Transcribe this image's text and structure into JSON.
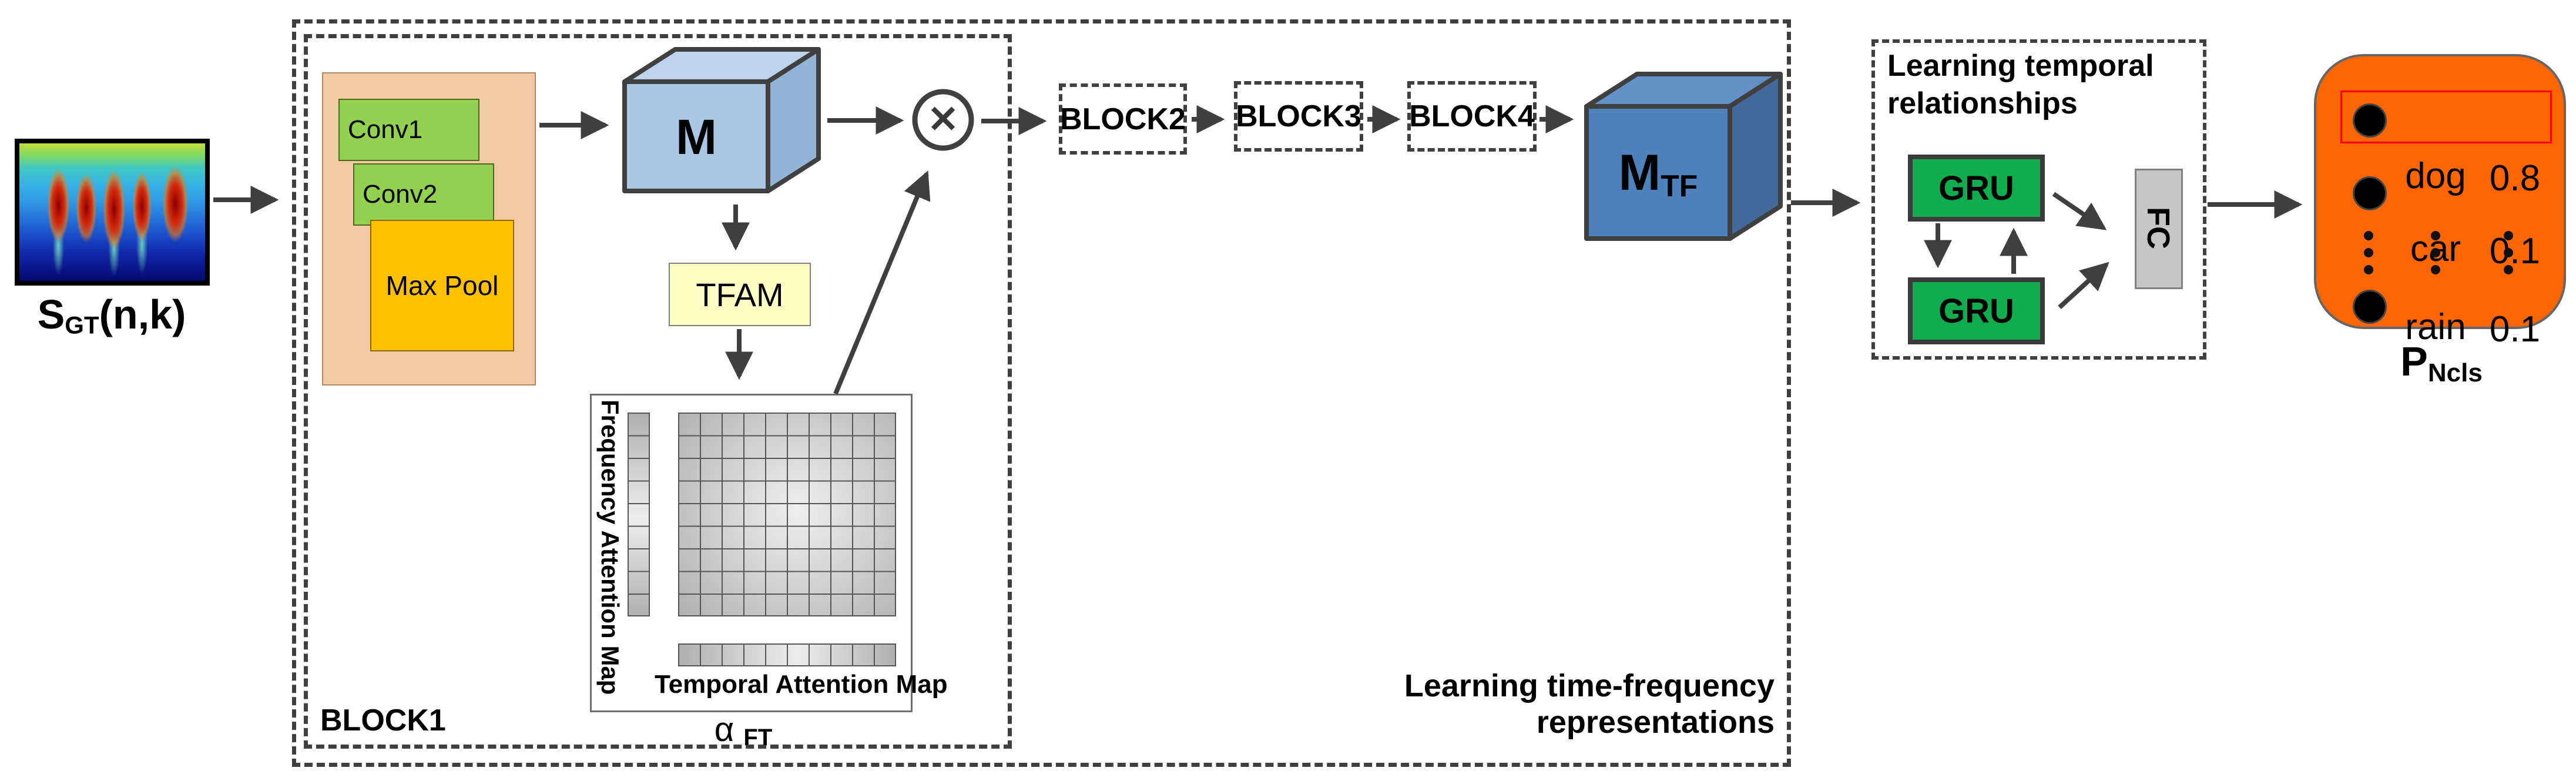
{
  "input": {
    "symbol": "S",
    "symbol_sub": "GT",
    "symbol_args": "(n,k)"
  },
  "block1": {
    "label": "BLOCK1",
    "conv1": "Conv1",
    "conv2": "Conv2",
    "maxpool": "Max Pool",
    "feature_cube": "M",
    "tfam": "TFAM",
    "multiply": "✕",
    "attention": {
      "frequency_map": "Frequency Attention Map",
      "temporal_map": "Temporal Attention Map",
      "alpha": "α",
      "alpha_sub": "FT",
      "grid_cols": 10,
      "grid_rows": 9
    }
  },
  "pipeline": {
    "block2": "BLOCK2",
    "block3": "BLOCK3",
    "block4": "BLOCK4",
    "output_cube": "M",
    "output_cube_sub": "TF"
  },
  "tf_region": {
    "title_line1": "Learning time-frequency",
    "title_line2": "representations"
  },
  "temporal_region": {
    "title_line1": "Learning temporal",
    "title_line2": "relationships",
    "gru_top": "GRU",
    "gru_bottom": "GRU",
    "fc": "FC"
  },
  "output": {
    "rows": [
      {
        "label": "dog",
        "value": "0.8"
      },
      {
        "label": "car",
        "value": "0.1"
      },
      {
        "label": "rain",
        "value": "0.1"
      }
    ],
    "prob_symbol": "P",
    "prob_sub": "Ncls"
  },
  "colors": {
    "orange_output": "#fb6602",
    "highlight_red": "#ff0000",
    "conv_green": "#92d050",
    "gru_green": "#0fad4e",
    "maxpool_orange": "#ffc000",
    "conv_container_peach": "#f2c9a2",
    "tfam_yellow": "#ffffc5",
    "m_cube_blue": "#aac7e4",
    "mtf_cube_blue": "#4f81bd",
    "fc_gray": "#c6c6c6",
    "line_gray": "#3f3f3f"
  }
}
